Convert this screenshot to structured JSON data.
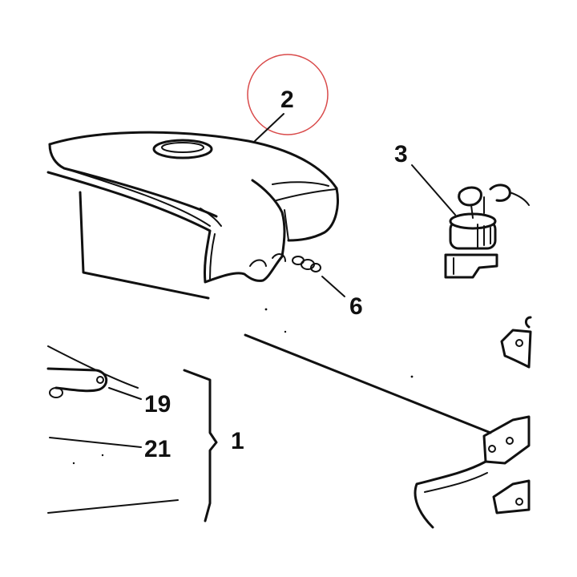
{
  "callouts": {
    "c2": "2",
    "c3": "3",
    "c6": "6",
    "c19": "19",
    "c21": "21",
    "c1": "1"
  },
  "colors": {
    "ink": "#111111",
    "highlight_circle": "#d94b4b",
    "background": "#ffffff"
  }
}
